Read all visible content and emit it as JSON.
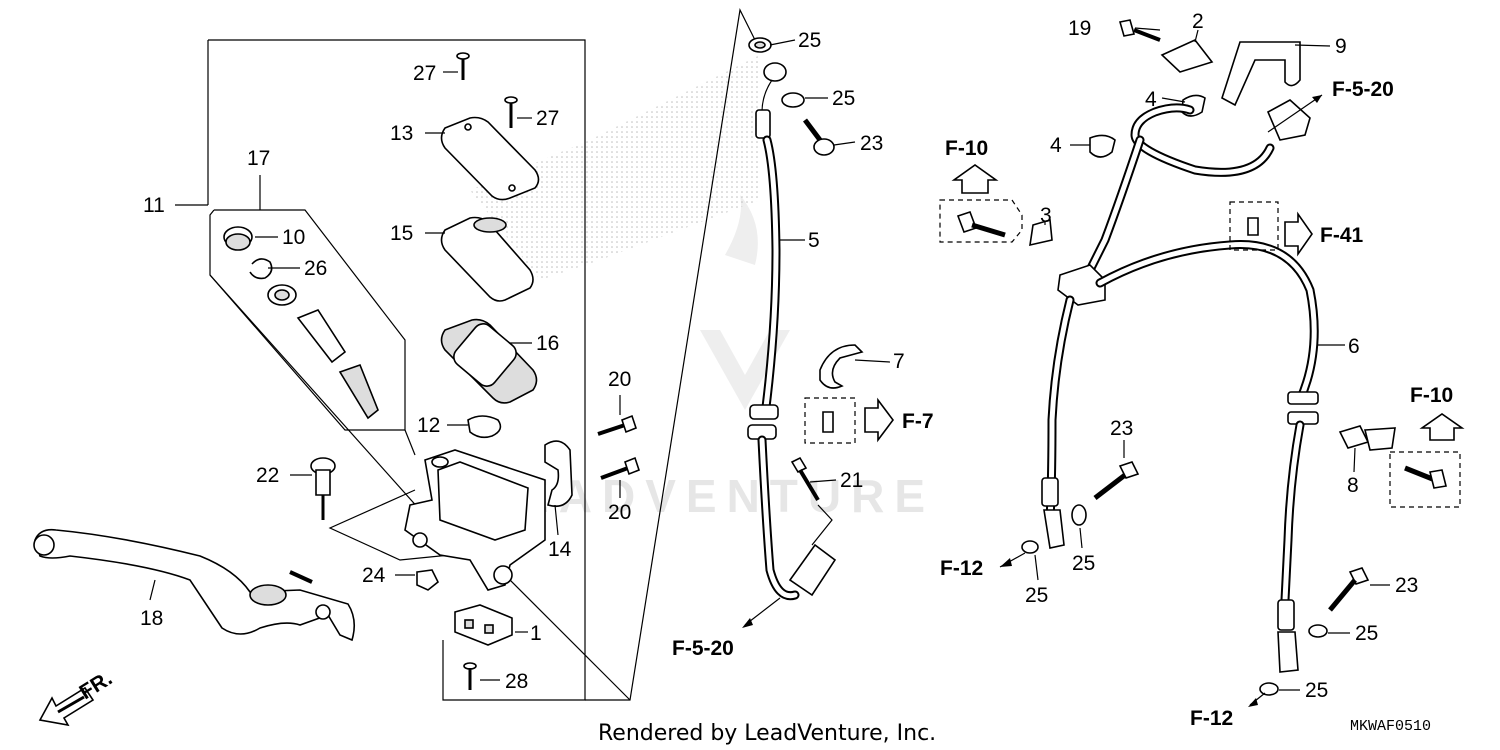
{
  "diagram": {
    "watermark": "LEADVENTURE",
    "footer_credit": "Rendered by LeadVenture, Inc.",
    "diagram_code": "MKWAF0510",
    "direction_label": "FR.",
    "callouts": {
      "c1": "1",
      "c2": "2",
      "c3": "3",
      "c4a": "4",
      "c4b": "4",
      "c5": "5",
      "c6": "6",
      "c7": "7",
      "c8": "8",
      "c9": "9",
      "c10": "10",
      "c11": "11",
      "c12": "12",
      "c13": "13",
      "c14": "14",
      "c15": "15",
      "c16": "16",
      "c17": "17",
      "c18": "18",
      "c19": "19",
      "c20a": "20",
      "c20b": "20",
      "c21": "21",
      "c22": "22",
      "c23a": "23",
      "c23b": "23",
      "c23c": "23",
      "c24": "24",
      "c25a": "25",
      "c25b": "25",
      "c25c": "25",
      "c25d": "25",
      "c25e": "25",
      "c25f": "25",
      "c26": "26",
      "c27a": "27",
      "c27b": "27",
      "c28": "28"
    },
    "refs": {
      "f520_top": "F-5-20",
      "f520_bottom": "F-5-20",
      "f10_left": "F-10",
      "f10_right": "F-10",
      "f41": "F-41",
      "f7": "F-7",
      "f12_left": "F-12",
      "f12_bottom": "F-12"
    }
  }
}
